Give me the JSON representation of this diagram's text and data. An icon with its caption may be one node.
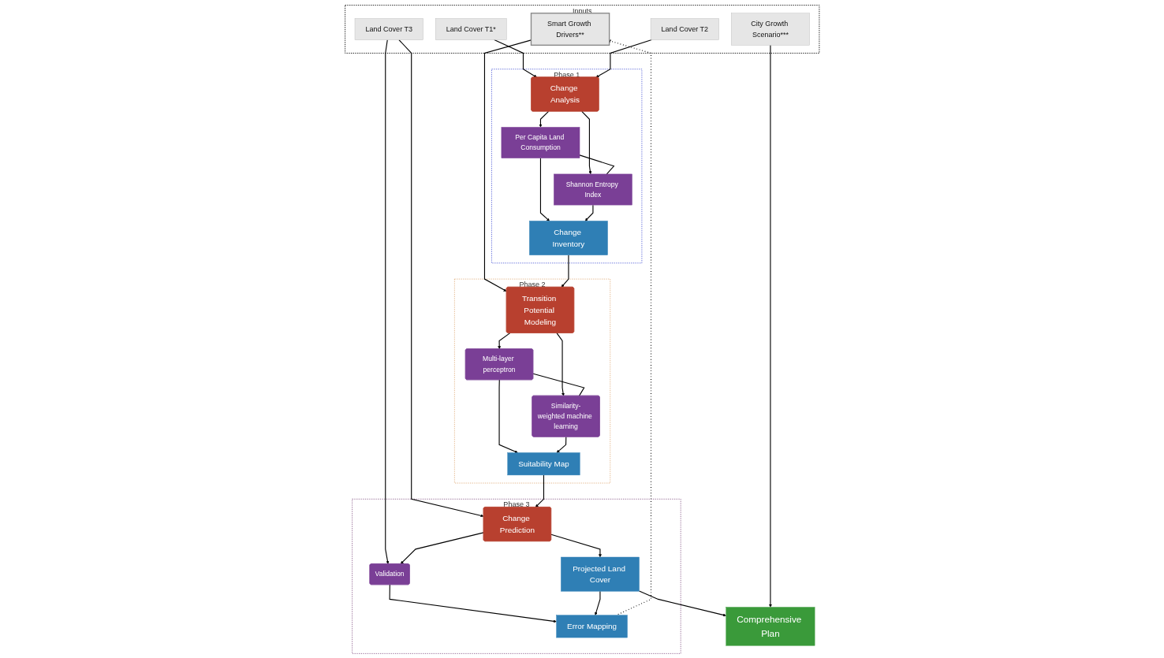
{
  "diagram": {
    "nodes": [
      {
        "text": [
          "Inputs"
        ]
      },
      {
        "text": [
          "Land Cover T1*"
        ],
        "in": 0
      },
      {
        "text": [
          "Land Cover T2"
        ],
        "in": 0
      },
      {
        "text": [
          "Smart Growth Drivers**"
        ],
        "in": 0
      },
      {
        "text": [
          "Land Cover T3"
        ],
        "in": 0
      },
      {
        "text": [
          "City Growth Scenario***"
        ],
        "in": 0
      },
      {
        "text": [
          "Phase 1"
        ]
      },
      {
        "text": [
          "Change Analysis"
        ],
        "in": 6
      },
      {
        "text": [
          "Per Capita Land Consumption"
        ],
        "in": 6
      },
      {
        "text": [
          "Shannon Entropy Index"
        ],
        "in": 6
      },
      {
        "text": [
          "Change Inventory"
        ],
        "in": 6
      },
      {
        "text": [
          "Phase 2"
        ]
      },
      {
        "text": [
          "Transition Potential Modeling"
        ],
        "in": 11
      },
      {
        "text": [
          "Multi-layer perceptron"
        ],
        "in": 11
      },
      {
        "text": [
          "Similarity-weighted machine learning"
        ],
        "in": 11
      },
      {
        "text": [
          "Suitability Map"
        ],
        "in": 11
      },
      {
        "text": [
          "Phase 3"
        ]
      },
      {
        "text": [
          "Change Prediction"
        ],
        "in": 16
      },
      {
        "text": [
          "Validation"
        ],
        "in": 16
      },
      {
        "text": [
          "Error Mapping"
        ],
        "in": 16
      },
      {
        "text": [
          "Projected Land Cover"
        ],
        "in": 16
      },
      {
        "text": [
          "Comprehensive Plan"
        ]
      }
    ],
    "edges": [
      {
        "from": 1,
        "to": 7,
        "arrow": "to"
      },
      {
        "from": 2,
        "to": 7,
        "arrow": "to"
      },
      {
        "from": 3,
        "to": 12,
        "arrow": "to"
      },
      {
        "from": 4,
        "to": 17,
        "arrow": "to"
      },
      {
        "from": 4,
        "to": 18,
        "arrow": "to"
      },
      {
        "from": 5,
        "to": 21,
        "arrow": "to"
      },
      {
        "from": 7,
        "to": 8,
        "arrow": "to"
      },
      {
        "from": 7,
        "to": 9,
        "arrow": "to"
      },
      {
        "from": 8,
        "to": 9,
        "arrow": "none"
      },
      {
        "from": 8,
        "to": 10,
        "arrow": "to"
      },
      {
        "from": 9,
        "to": 10,
        "arrow": "to"
      },
      {
        "from": 10,
        "to": 12,
        "arrow": "to"
      },
      {
        "from": 12,
        "to": 13,
        "arrow": "to"
      },
      {
        "from": 12,
        "to": 14,
        "arrow": "to"
      },
      {
        "from": 13,
        "to": 14,
        "arrow": "none"
      },
      {
        "from": 13,
        "to": 15,
        "arrow": "to"
      },
      {
        "from": 14,
        "to": 15,
        "arrow": "to"
      },
      {
        "from": 15,
        "to": 17,
        "arrow": "to"
      },
      {
        "from": 17,
        "to": 18,
        "arrow": "to"
      },
      {
        "from": 17,
        "to": 20,
        "arrow": "to"
      },
      {
        "from": 18,
        "to": 19,
        "arrow": "to"
      },
      {
        "from": 20,
        "to": 19,
        "arrow": "to"
      },
      {
        "from": 20,
        "to": 21,
        "arrow": "to"
      },
      {
        "from": 19,
        "to": 3,
        "arrow": "to",
        "style": "dashed"
      }
    ]
  }
}
